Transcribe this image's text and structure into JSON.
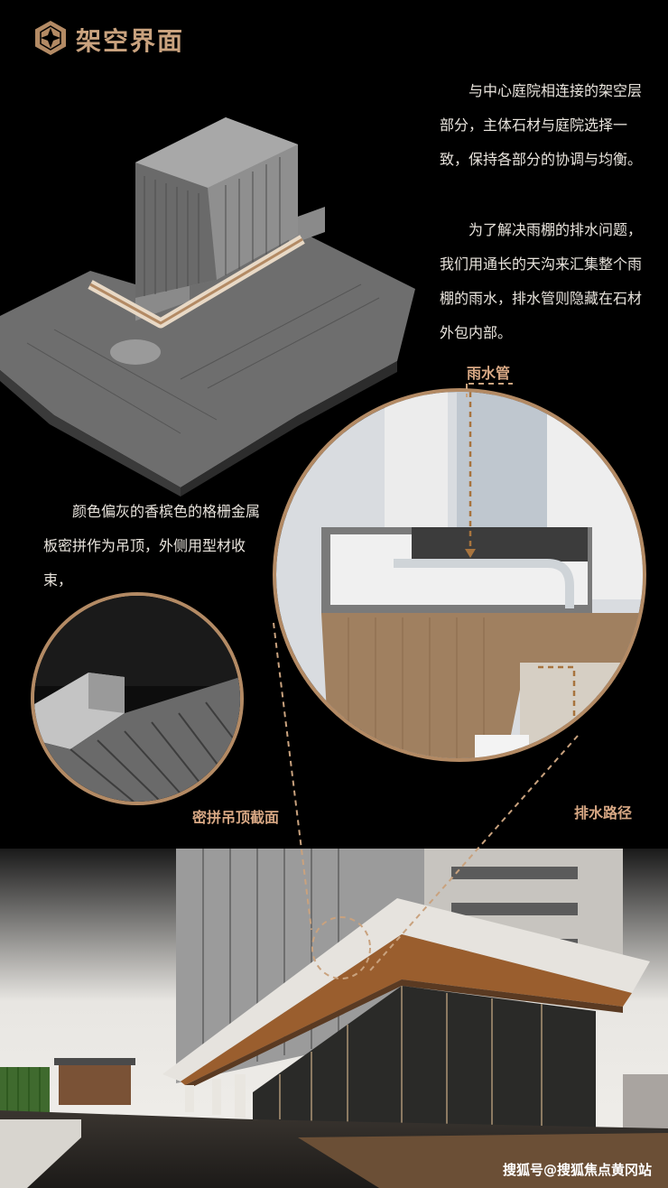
{
  "header": {
    "title": "架空界面",
    "logo_icon": "hexagon-emblem-icon"
  },
  "text": {
    "para1": "与中心庭院相连接的架空层部分，主体石材与庭院选择一致，保持各部分的协调与均衡。",
    "para2": "为了解决雨棚的排水问题，我们用通长的天沟来汇集整个雨棚的雨水，排水管则隐藏在石材外包内部。",
    "para3": "颜色偏灰的香槟色的格栅金属板密拼作为吊顶，外侧用型材收束，"
  },
  "labels": {
    "rain_pipe": "雨水管",
    "drain_path": "排水路径",
    "ceiling_section": "密拼吊顶截面"
  },
  "footer": {
    "credit": "搜狐号@搜狐焦点黄冈站"
  },
  "colors": {
    "accent": "#b38a64",
    "label": "#d8a884",
    "background": "#000000"
  }
}
